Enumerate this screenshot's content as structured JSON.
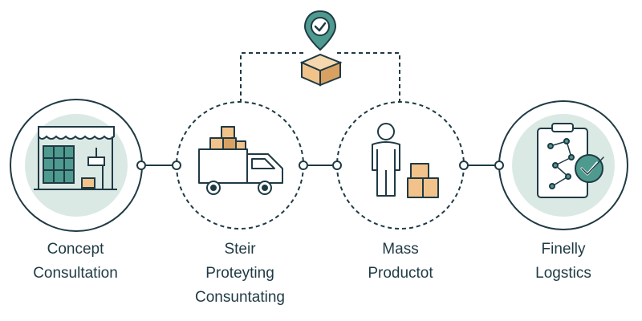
{
  "colors": {
    "stroke": "#1f3a44",
    "teal": "#4e9a8e",
    "teal_light": "#dbe9e5",
    "box": "#f2c28b",
    "box_dark": "#d9a161",
    "bg": "#ffffff"
  },
  "steps": [
    {
      "icon": "storefront-icon",
      "lines": [
        "Concept",
        "Consultation"
      ]
    },
    {
      "icon": "delivery-truck-icon",
      "lines": [
        "Steir",
        "Proteyting",
        "Consuntating"
      ]
    },
    {
      "icon": "worker-with-box-icon",
      "lines": [
        "Mass",
        "Productot"
      ]
    },
    {
      "icon": "clipboard-checkmark-icon",
      "lines": [
        "Finelly",
        "Logstics"
      ]
    }
  ],
  "top_marker": {
    "icon": "location-pin-box-icon"
  }
}
